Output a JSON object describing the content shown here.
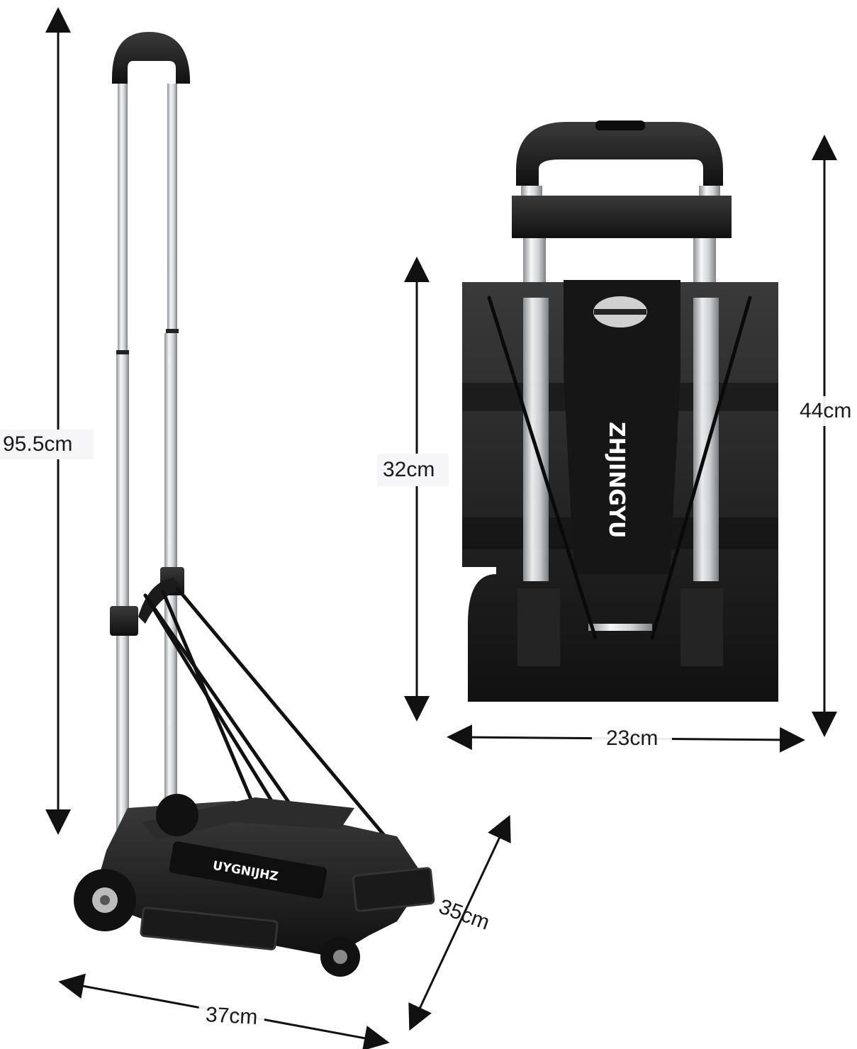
{
  "dimensions": {
    "unfolded_height": "95.5cm",
    "unfolded_width": "37cm",
    "unfolded_depth": "35cm",
    "folded_body_height": "32cm",
    "folded_total_height": "44cm",
    "folded_width": "23cm"
  },
  "brand": {
    "front_logo": "ZHJINGYU",
    "side_logo": "UYGNIJHZ"
  },
  "colors": {
    "frame_black": "#1b1b1b",
    "aluminum": "#c9cdd1",
    "arrow": "#111111",
    "label_bg": "#f6f6f8"
  }
}
